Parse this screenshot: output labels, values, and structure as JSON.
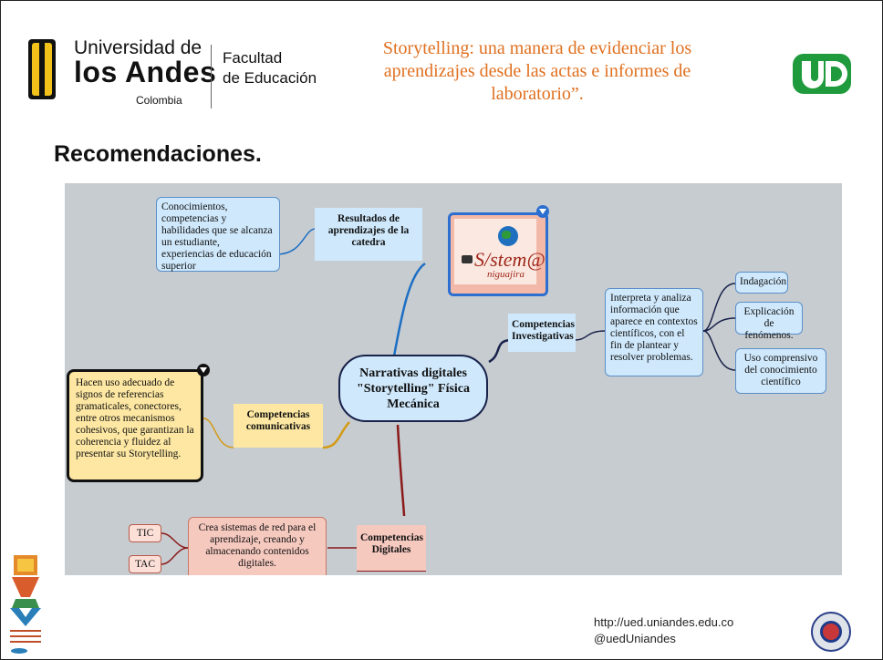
{
  "header": {
    "university": {
      "line1": "Universidad de",
      "line2": "los Andes",
      "line3": "Colombia"
    },
    "faculty": {
      "line1": "Facultad",
      "line2": "de Educación"
    },
    "title": "Storytelling: una manera de evidenciar los aprendizajes desde las actas e informes de laboratorio”.",
    "ud_logo": "UD"
  },
  "section_title": "Recomendaciones.",
  "mindmap": {
    "center": "Narrativas digitales \"Storytelling\" Física Mecánica",
    "resultados": {
      "label": "Resultados de aprendizajes de la catedra",
      "detail": "Conocimientos, competencias y habilidades que se alcanza un estudiante, experiencias de educación superior"
    },
    "comunicativas": {
      "label": "Competencias comunicativas",
      "detail": "Hacen uso adecuado de signos de referencias gramaticales, conectores, entre otros mecanismos cohesivos, que garantizan la coherencia y fluidez al presentar su Storytelling."
    },
    "investigativas": {
      "label": "Competencias Investigativas",
      "detail": "Interpreta y analiza información que aparece en contextos científicos, con el fin de plantear y resolver problemas.",
      "items": [
        "Indagación",
        "Explicación de fenómenos.",
        "Uso comprensivo del conocimiento científico"
      ]
    },
    "digitales": {
      "label": "Competencias Digitales",
      "detail": "Crea sistemas de red para el aprendizaje, creando y almacenando contenidos digitales.",
      "items": [
        "TIC",
        "TAC"
      ]
    },
    "sistemas_logo": {
      "main": "S/stem@s",
      "sub": "niguajira"
    }
  },
  "footer": {
    "url": "http://ued.uniandes.edu.co",
    "handle": "@uedUniandes"
  },
  "colors": {
    "title_orange": "#e07020",
    "map_bg": "#c7ccd0",
    "blue_node": "#cfe8fb",
    "yellow_node": "#fde7a2",
    "pink_node": "#f6c9bf"
  }
}
